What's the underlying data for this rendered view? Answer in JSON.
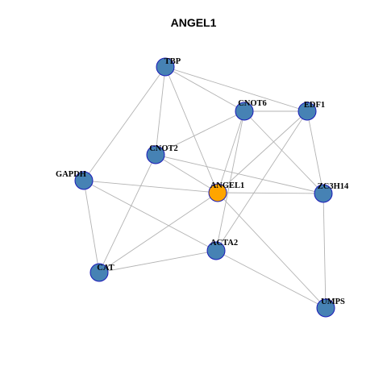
{
  "title": "ANGEL1",
  "colors": {
    "node": "#4682b4",
    "highlight": "#ffa500",
    "edge": "#b3b3b3",
    "border": "#1a1ab8"
  },
  "nodes": [
    {
      "id": "TBP",
      "label": "TBP",
      "highlight": false
    },
    {
      "id": "CNOT6",
      "label": "CNOT6",
      "highlight": false
    },
    {
      "id": "EDF1",
      "label": "EDF1",
      "highlight": false
    },
    {
      "id": "CNOT2",
      "label": "CNOT2",
      "highlight": false
    },
    {
      "id": "GAPDH",
      "label": "GAPDH",
      "highlight": false
    },
    {
      "id": "ANGEL1",
      "label": "ANGEL1",
      "highlight": true
    },
    {
      "id": "ZC3H14",
      "label": "ZC3H14",
      "highlight": false
    },
    {
      "id": "ACTA2",
      "label": "ACTA2",
      "highlight": false
    },
    {
      "id": "CAT",
      "label": "CAT",
      "highlight": false
    },
    {
      "id": "UMPS",
      "label": "UMPS",
      "highlight": false
    }
  ],
  "edges": [
    [
      "TBP",
      "CNOT6"
    ],
    [
      "TBP",
      "EDF1"
    ],
    [
      "TBP",
      "CNOT2"
    ],
    [
      "TBP",
      "GAPDH"
    ],
    [
      "TBP",
      "ANGEL1"
    ],
    [
      "CNOT6",
      "EDF1"
    ],
    [
      "CNOT6",
      "CNOT2"
    ],
    [
      "CNOT6",
      "ANGEL1"
    ],
    [
      "CNOT6",
      "ZC3H14"
    ],
    [
      "CNOT6",
      "ACTA2"
    ],
    [
      "EDF1",
      "ANGEL1"
    ],
    [
      "EDF1",
      "ZC3H14"
    ],
    [
      "EDF1",
      "ACTA2"
    ],
    [
      "CNOT2",
      "ZC3H14"
    ],
    [
      "CNOT2",
      "CAT"
    ],
    [
      "CNOT2",
      "ANGEL1"
    ],
    [
      "GAPDH",
      "ANGEL1"
    ],
    [
      "GAPDH",
      "ACTA2"
    ],
    [
      "GAPDH",
      "CAT"
    ],
    [
      "ANGEL1",
      "ZC3H14"
    ],
    [
      "ANGEL1",
      "CAT"
    ],
    [
      "ANGEL1",
      "UMPS"
    ],
    [
      "ZC3H14",
      "UMPS"
    ],
    [
      "ACTA2",
      "CAT"
    ],
    [
      "ACTA2",
      "UMPS"
    ]
  ]
}
